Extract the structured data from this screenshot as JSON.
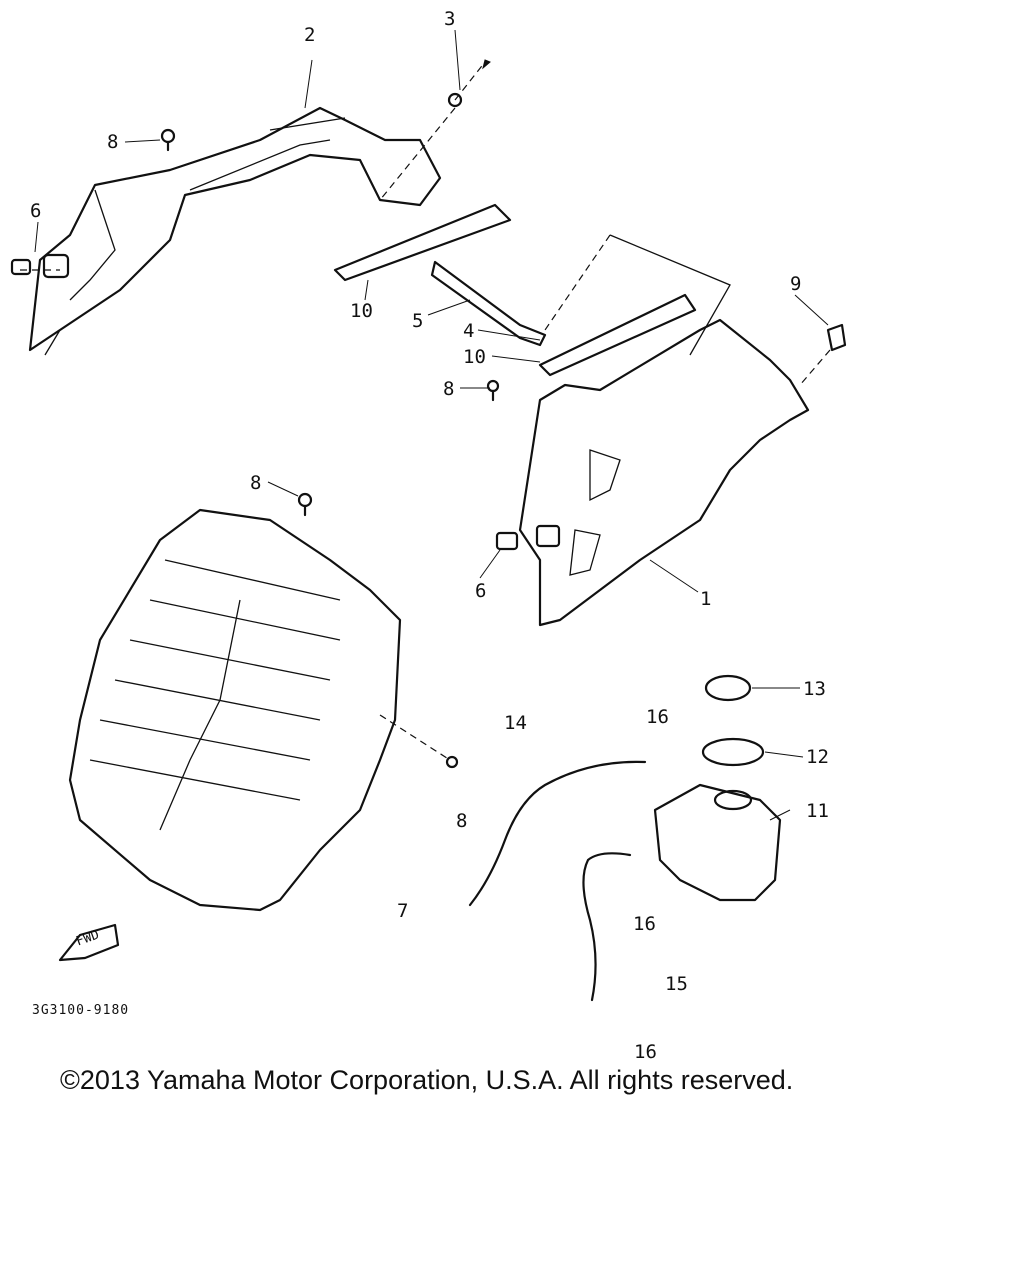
{
  "callouts": [
    {
      "id": "c1",
      "text": "2"
    },
    {
      "id": "c2",
      "text": "3"
    },
    {
      "id": "c3",
      "text": "8"
    },
    {
      "id": "c4",
      "text": "6"
    },
    {
      "id": "c5",
      "text": "10"
    },
    {
      "id": "c6",
      "text": "5"
    },
    {
      "id": "c7",
      "text": "4"
    },
    {
      "id": "c8",
      "text": "10"
    },
    {
      "id": "c9",
      "text": "8"
    },
    {
      "id": "c10",
      "text": "9"
    },
    {
      "id": "c11",
      "text": "8"
    },
    {
      "id": "c12",
      "text": "6"
    },
    {
      "id": "c13",
      "text": "1"
    },
    {
      "id": "c14",
      "text": "13"
    },
    {
      "id": "c15",
      "text": "14"
    },
    {
      "id": "c16",
      "text": "16"
    },
    {
      "id": "c17",
      "text": "12"
    },
    {
      "id": "c18",
      "text": "8"
    },
    {
      "id": "c19",
      "text": "11"
    },
    {
      "id": "c20",
      "text": "7"
    },
    {
      "id": "c21",
      "text": "16"
    },
    {
      "id": "c22",
      "text": "15"
    },
    {
      "id": "c23",
      "text": "16"
    }
  ],
  "fwd_label": "FWD",
  "sheet_code": "3G3100-9180",
  "copyright": "©2013 Yamaha Motor Corporation, U.S.A. All rights reserved."
}
